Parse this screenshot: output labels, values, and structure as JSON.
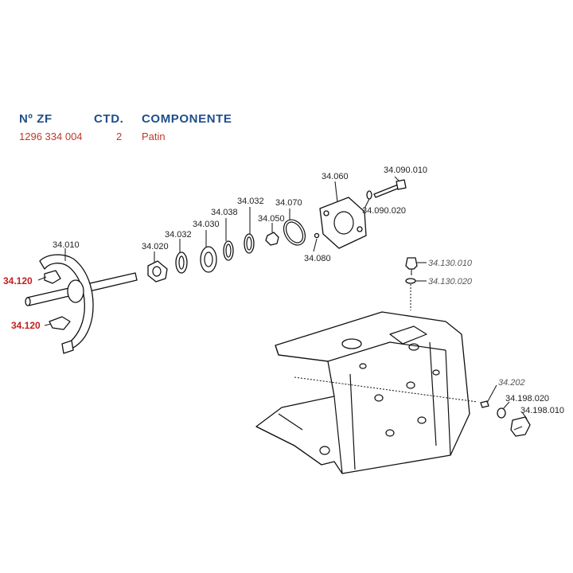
{
  "table": {
    "headers": {
      "part_no": "Nº ZF",
      "qty": "CTD.",
      "component": "COMPONENTE"
    },
    "row": {
      "part_no": "1296 334 004",
      "qty": "2",
      "component": "Patin"
    }
  },
  "callouts": {
    "fork": "34.010",
    "seal_housing": "34.020",
    "ring_a": "34.032",
    "bearing": "34.030",
    "spacer": "34.038",
    "ring_b": "34.032",
    "nut": "34.050",
    "oring": "34.070",
    "cover": "34.060",
    "pin": "34.080",
    "bolt": "34.090.010",
    "washer": "34.090.020",
    "breather": "34.130.010",
    "breather_washer": "34.130.020",
    "switch_plug": "34.202",
    "switch_washer": "34.198.020",
    "switch": "34.198.010",
    "pad_upper": "34.120",
    "pad_lower": "34.120"
  },
  "colors": {
    "header": "#1f4e8c",
    "row": "#c0392b",
    "highlight": "#c41e1e"
  }
}
